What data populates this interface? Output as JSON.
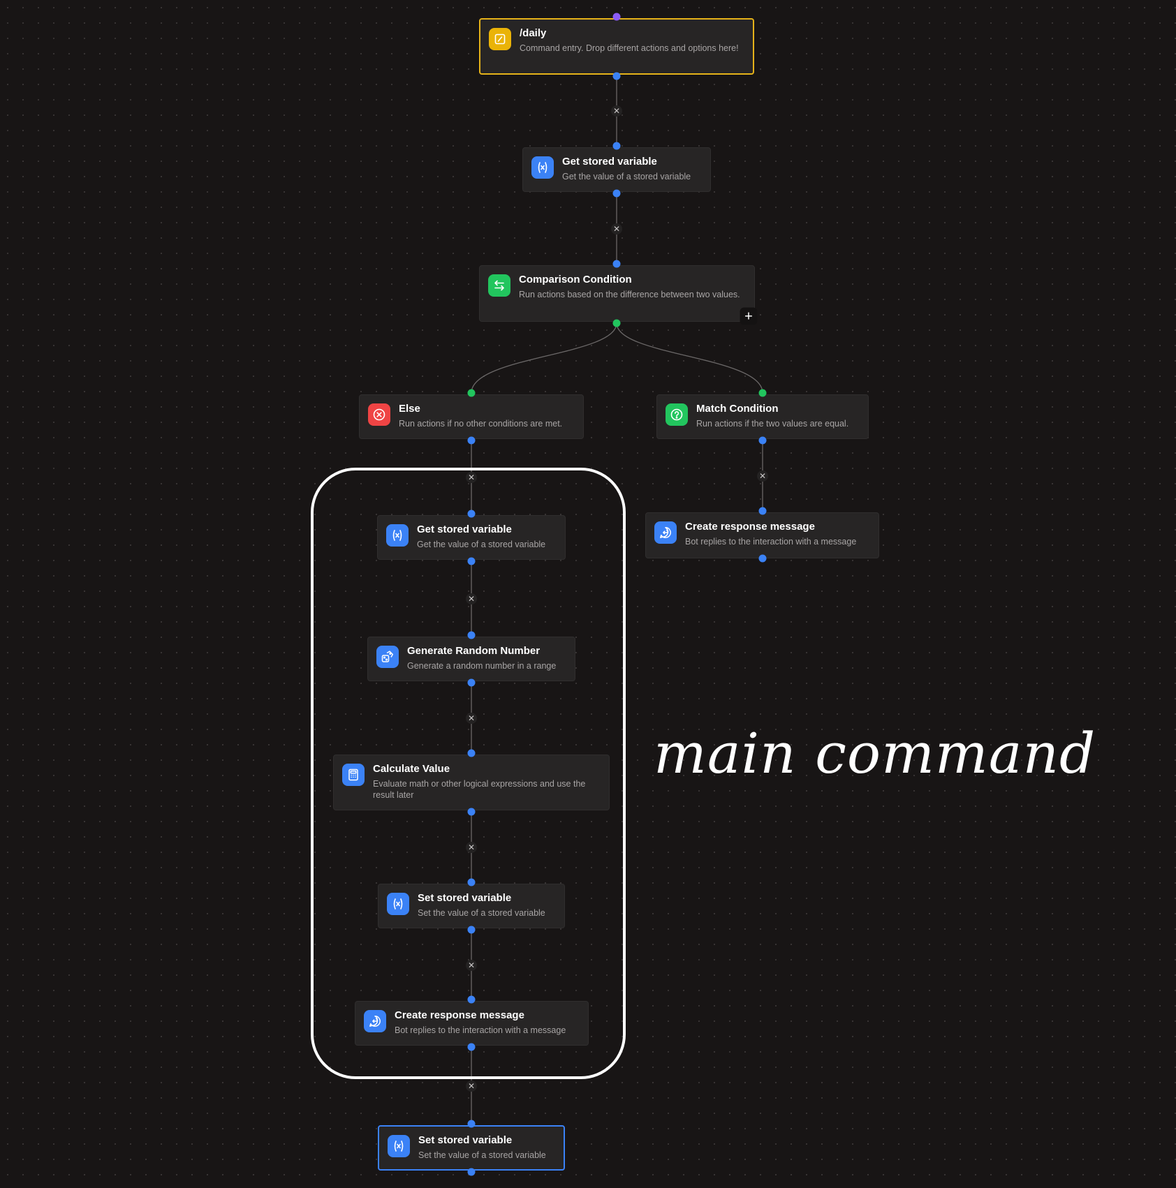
{
  "nodes": {
    "entry": {
      "title": "/daily",
      "desc": "Command entry. Drop different actions and options here!",
      "icon": "slash-command-icon",
      "color": "#eab308"
    },
    "get_var_1": {
      "title": "Get stored variable",
      "desc": "Get the value of a stored variable",
      "icon": "variable-icon"
    },
    "comparison": {
      "title": "Comparison Condition",
      "desc": "Run actions based on the difference between two values.",
      "icon": "compare-arrows-icon",
      "color": "#22c55e"
    },
    "else": {
      "title": "Else",
      "desc": "Run actions if no other conditions are met.",
      "icon": "x-circle-icon",
      "color": "#ef4444"
    },
    "match": {
      "title": "Match Condition",
      "desc": "Run actions if the two values are equal.",
      "icon": "question-circle-icon",
      "color": "#22c55e"
    },
    "response_match": {
      "title": "Create response message",
      "desc": "Bot replies to the interaction with a message",
      "icon": "message-reply-icon"
    },
    "get_var_2": {
      "title": "Get stored variable",
      "desc": "Get the value of a stored variable",
      "icon": "variable-icon"
    },
    "random": {
      "title": "Generate Random Number",
      "desc": "Generate a random number in a range",
      "icon": "dice-icon"
    },
    "calculate": {
      "title": "Calculate Value",
      "desc": "Evaluate math or other logical expressions and use the result later",
      "icon": "calculator-icon"
    },
    "set_var_1": {
      "title": "Set stored variable",
      "desc": "Set the value of a stored variable",
      "icon": "variable-icon"
    },
    "response_else": {
      "title": "Create response message",
      "desc": "Bot replies to the interaction with a message",
      "icon": "message-reply-icon"
    },
    "set_var_2": {
      "title": "Set stored variable",
      "desc": "Set the value of a stored variable",
      "icon": "variable-icon"
    }
  },
  "annotation": {
    "text": "main command",
    "color": "#ffffff"
  },
  "colors": {
    "canvas": "#181515",
    "node": "#272525",
    "handle": "#3b82f6",
    "selected": "#3b82f6",
    "entry_border": "#e5b219"
  }
}
